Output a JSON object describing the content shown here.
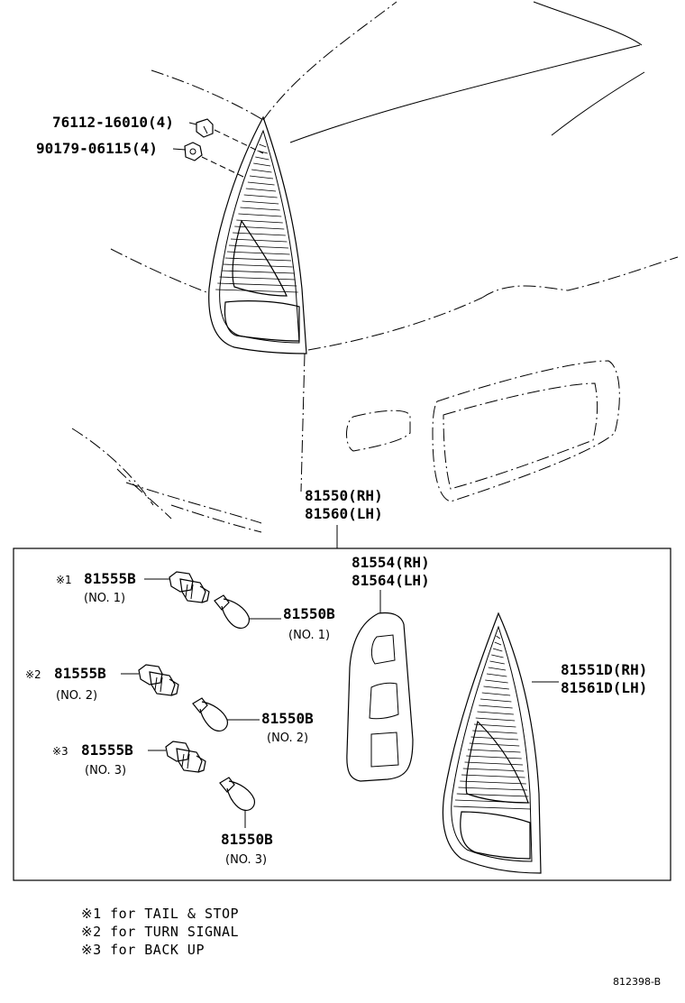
{
  "parts": {
    "screw_top": "76112-16010(4)",
    "nut_top": "90179-06115(4)",
    "lamp_assy_rh": "81550(RH)",
    "lamp_assy_lh": "81560(LH)",
    "gasket_rh": "81554(RH)",
    "gasket_lh": "81564(LH)",
    "lens_rh": "81551D(RH)",
    "lens_lh": "81561D(LH)",
    "socket1_mark": "※1",
    "socket1": "81555B",
    "socket1_no": "(NO. 1)",
    "bulb1": "81550B",
    "bulb1_no": "(NO. 1)",
    "socket2_mark": "※2",
    "socket2": "81555B",
    "socket2_no": "(NO. 2)",
    "bulb2": "81550B",
    "bulb2_no": "(NO. 2)",
    "socket3_mark": "※3",
    "socket3": "81555B",
    "socket3_no": "(NO. 3)",
    "bulb3": "81550B",
    "bulb3_no": "(NO. 3)"
  },
  "legend": [
    "※1 for TAIL & STOP",
    "※2 for TURN SIGNAL",
    "※3 for BACK UP"
  ],
  "diagram_code": "812398-B"
}
